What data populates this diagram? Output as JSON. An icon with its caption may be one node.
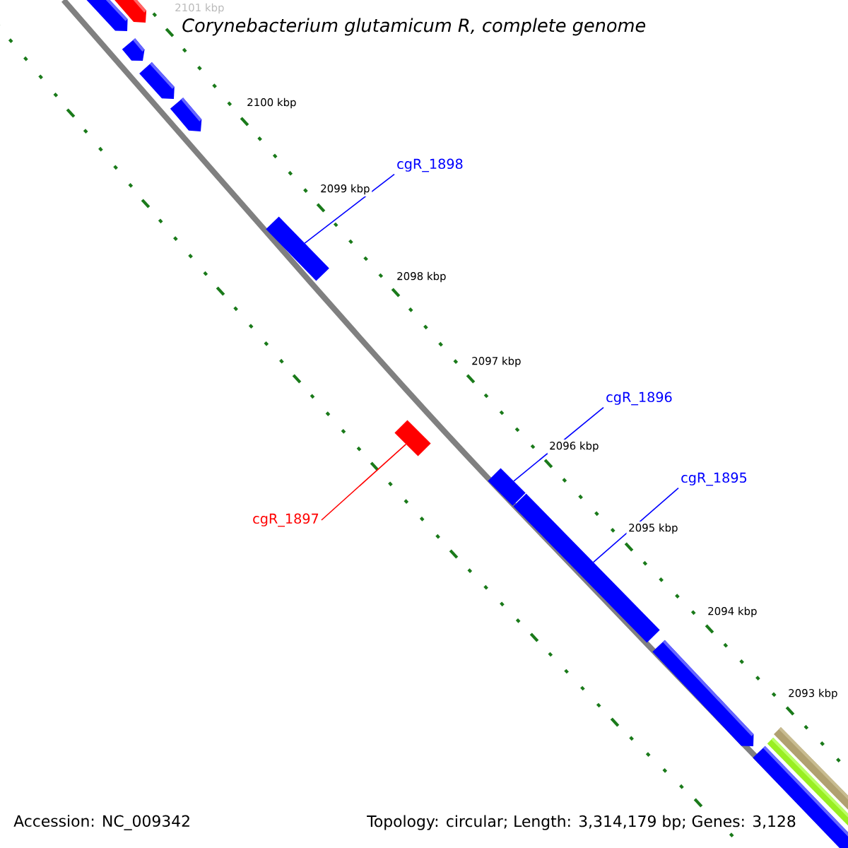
{
  "diagram": {
    "title": "Corynebacterium glutamicum R, complete genome",
    "nodes": [
      {
        "text": [
          "cgR_1898"
        ]
      },
      {
        "text": [],
        "shape": "box"
      },
      {
        "text": [
          "cgR_1896"
        ]
      },
      {
        "text": [],
        "shape": "box"
      },
      {
        "text": [
          "cgR_1895"
        ]
      },
      {
        "text": [],
        "shape": "box"
      },
      {
        "text": [
          "cgR_1897"
        ]
      },
      {
        "text": [],
        "shape": "box"
      }
    ],
    "edges": [
      {
        "from": 0,
        "to": 1,
        "arrow": "none"
      },
      {
        "from": 2,
        "to": 3,
        "arrow": "none"
      },
      {
        "from": 4,
        "to": 5,
        "arrow": "none"
      },
      {
        "from": 6,
        "to": 7,
        "arrow": "none",
        "color": "#ff0000"
      }
    ],
    "labels": [
      "2101 kbp",
      "2100 kbp",
      "2099 kbp",
      "2098 kbp",
      "2097 kbp",
      "2096 kbp",
      "2095 kbp",
      "2094 kbp",
      "2093 kbp",
      "Accession: NC_009342",
      "Topology: circular; Length: 3,314,179 bp; Genes: 3,128"
    ]
  }
}
